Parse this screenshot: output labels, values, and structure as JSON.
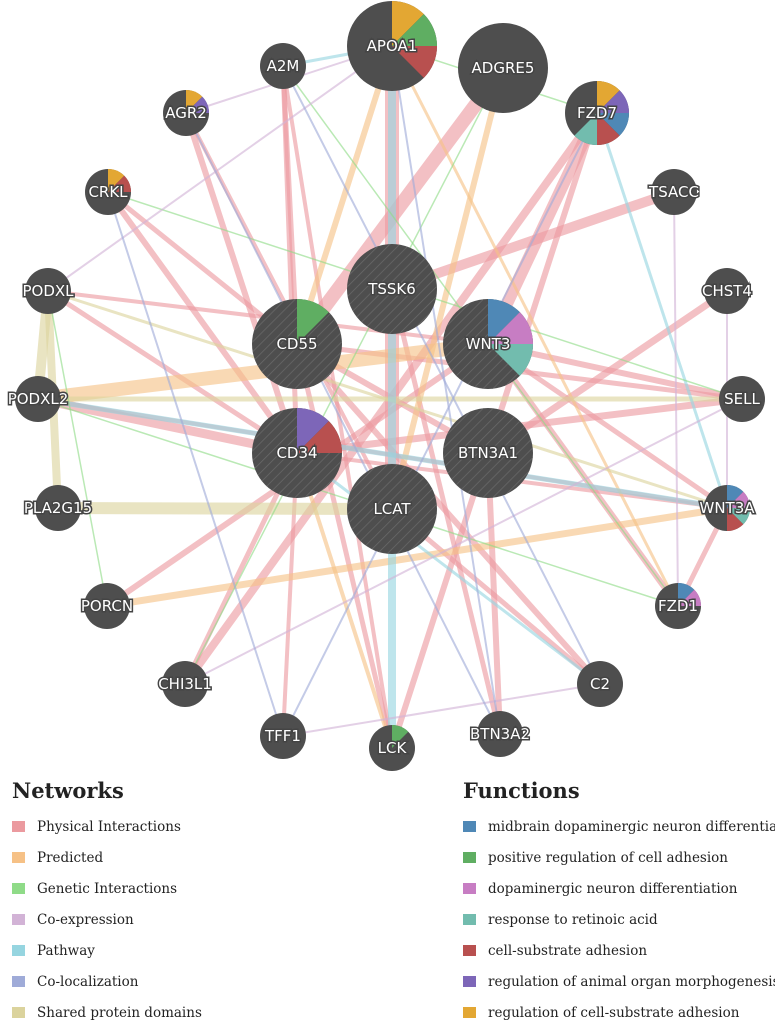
{
  "nodes": [
    {
      "id": "APOA1",
      "label": "APOA1",
      "size": "large",
      "query": false,
      "functions": [
        "regulation of cell-substrate adhesion",
        "positive regulation of cell adhesion",
        "cell-substrate adhesion"
      ]
    },
    {
      "id": "ADGRE5",
      "label": "ADGRE5",
      "size": "large",
      "query": false,
      "functions": []
    },
    {
      "id": "A2M",
      "label": "A2M",
      "size": "small",
      "query": false,
      "functions": []
    },
    {
      "id": "AGR2",
      "label": "AGR2",
      "size": "small",
      "query": false,
      "functions": [
        "regulation of cell-substrate adhesion",
        "regulation of animal organ morphogenesis"
      ]
    },
    {
      "id": "FZD7",
      "label": "FZD7",
      "size": "medium",
      "query": false,
      "functions": [
        "regulation of cell-substrate adhesion",
        "regulation of animal organ morphogenesis",
        "midbrain dopaminergic neuron differentiation",
        "cell-substrate adhesion",
        "response to retinoic acid"
      ]
    },
    {
      "id": "CRKL",
      "label": "CRKL",
      "size": "small",
      "query": false,
      "functions": [
        "regulation of cell-substrate adhesion",
        "cell-substrate adhesion"
      ]
    },
    {
      "id": "TSACC",
      "label": "TSACC",
      "size": "small",
      "query": false,
      "functions": []
    },
    {
      "id": "PODXL",
      "label": "PODXL",
      "size": "small",
      "query": false,
      "functions": []
    },
    {
      "id": "CHST4",
      "label": "CHST4",
      "size": "small",
      "query": false,
      "functions": []
    },
    {
      "id": "TSSK6",
      "label": "TSSK6",
      "size": "large",
      "query": true,
      "functions": []
    },
    {
      "id": "CD55",
      "label": "CD55",
      "size": "large",
      "query": true,
      "functions": [
        "positive regulation of cell adhesion"
      ]
    },
    {
      "id": "WNT3",
      "label": "WNT3",
      "size": "large",
      "query": true,
      "functions": [
        "midbrain dopaminergic neuron differentiation",
        "dopaminergic neuron differentiation",
        "response to retinoic acid"
      ]
    },
    {
      "id": "PODXL2",
      "label": "PODXL2",
      "size": "small",
      "query": false,
      "functions": []
    },
    {
      "id": "SELL",
      "label": "SELL",
      "size": "small",
      "query": false,
      "functions": []
    },
    {
      "id": "CD34",
      "label": "CD34",
      "size": "large",
      "query": true,
      "functions": [
        "regulation of animal organ morphogenesis",
        "cell-substrate adhesion"
      ]
    },
    {
      "id": "BTN3A1",
      "label": "BTN3A1",
      "size": "large",
      "query": true,
      "functions": []
    },
    {
      "id": "LCAT",
      "label": "LCAT",
      "size": "large",
      "query": true,
      "functions": []
    },
    {
      "id": "PLA2G15",
      "label": "PLA2G15",
      "size": "small",
      "query": false,
      "functions": []
    },
    {
      "id": "WNT3A",
      "label": "WNT3A",
      "size": "small",
      "query": false,
      "functions": [
        "midbrain dopaminergic neuron differentiation",
        "dopaminergic neuron differentiation",
        "response to retinoic acid",
        "cell-substrate adhesion"
      ]
    },
    {
      "id": "PORCN",
      "label": "PORCN",
      "size": "small",
      "query": false,
      "functions": []
    },
    {
      "id": "FZD1",
      "label": "FZD1",
      "size": "small",
      "query": false,
      "functions": [
        "midbrain dopaminergic neuron differentiation",
        "dopaminergic neuron differentiation"
      ]
    },
    {
      "id": "CHI3L1",
      "label": "CHI3L1",
      "size": "small",
      "query": false,
      "functions": []
    },
    {
      "id": "C2",
      "label": "C2",
      "size": "small",
      "query": false,
      "functions": []
    },
    {
      "id": "TFF1",
      "label": "TFF1",
      "size": "small",
      "query": false,
      "functions": []
    },
    {
      "id": "LCK",
      "label": "LCK",
      "size": "small",
      "query": false,
      "functions": [
        "positive regulation of cell adhesion"
      ]
    },
    {
      "id": "BTN3A2",
      "label": "BTN3A2",
      "size": "small",
      "query": false,
      "functions": []
    }
  ],
  "edges": [
    {
      "source": "CD34",
      "target": "PODXL2",
      "type": "Physical Interactions",
      "weight": 9
    },
    {
      "source": "CD34",
      "target": "AGR2",
      "type": "Physical Interactions",
      "weight": 6
    },
    {
      "source": "CD34",
      "target": "CRKL",
      "type": "Physical Interactions",
      "weight": 6
    },
    {
      "source": "CD34",
      "target": "SELL",
      "type": "Physical Interactions",
      "weight": 7
    },
    {
      "source": "CD34",
      "target": "PODXL",
      "type": "Physical Interactions",
      "weight": 5
    },
    {
      "source": "CD34",
      "target": "CHI3L1",
      "type": "Physical Interactions",
      "weight": 5
    },
    {
      "source": "CD34",
      "target": "TFF1",
      "type": "Physical Interactions",
      "weight": 4
    },
    {
      "source": "CD34",
      "target": "WNT3A",
      "type": "Physical Interactions",
      "weight": 4
    },
    {
      "source": "CD55",
      "target": "ADGRE5",
      "type": "Physical Interactions",
      "weight": 14
    },
    {
      "source": "CD55",
      "target": "CRKL",
      "type": "Physical Interactions",
      "weight": 5
    },
    {
      "source": "CD55",
      "target": "C2",
      "type": "Physical Interactions",
      "weight": 6
    },
    {
      "source": "CD55",
      "target": "SELL",
      "type": "Physical Interactions",
      "weight": 5
    },
    {
      "source": "CD55",
      "target": "A2M",
      "type": "Physical Interactions",
      "weight": 5
    },
    {
      "source": "CD55",
      "target": "LCK",
      "type": "Physical Interactions",
      "weight": 5
    },
    {
      "source": "WNT3",
      "target": "FZD7",
      "type": "Physical Interactions",
      "weight": 12
    },
    {
      "source": "WNT3",
      "target": "FZD1",
      "type": "Physical Interactions",
      "weight": 6
    },
    {
      "source": "WNT3",
      "target": "PORCN",
      "type": "Physical Interactions",
      "weight": 6
    },
    {
      "source": "WNT3",
      "target": "WNT3A",
      "type": "Physical Interactions",
      "weight": 5
    },
    {
      "source": "WNT3",
      "target": "SELL",
      "type": "Physical Interactions",
      "weight": 6
    },
    {
      "source": "WNT3",
      "target": "PODXL",
      "type": "Physical Interactions",
      "weight": 4
    },
    {
      "source": "FZD7",
      "target": "CHI3L1",
      "type": "Physical Interactions",
      "weight": 8
    },
    {
      "source": "FZD7",
      "target": "LCK",
      "type": "Physical Interactions",
      "weight": 6
    },
    {
      "source": "TSSK6",
      "target": "TSACC",
      "type": "Physical Interactions",
      "weight": 10
    },
    {
      "source": "TSSK6",
      "target": "BTN3A2",
      "type": "Physical Interactions",
      "weight": 5
    },
    {
      "source": "BTN3A1",
      "target": "BTN3A2",
      "type": "Physical Interactions",
      "weight": 6
    },
    {
      "source": "BTN3A1",
      "target": "CHST4",
      "type": "Physical Interactions",
      "weight": 7
    },
    {
      "source": "BTN3A1",
      "target": "CD55",
      "type": "Physical Interactions",
      "weight": 6
    },
    {
      "source": "LCAT",
      "target": "APOA1",
      "type": "Physical Interactions",
      "weight": 14
    },
    {
      "source": "LCAT",
      "target": "AGR2",
      "type": "Physical Interactions",
      "weight": 4
    },
    {
      "source": "LCAT",
      "target": "C2",
      "type": "Physical Interactions",
      "weight": 5
    },
    {
      "source": "A2M",
      "target": "CD34",
      "type": "Physical Interactions",
      "weight": 5
    },
    {
      "source": "A2M",
      "target": "LCK",
      "type": "Physical Interactions",
      "weight": 4
    },
    {
      "source": "WNT3A",
      "target": "FZD1",
      "type": "Physical Interactions",
      "weight": 5
    },
    {
      "source": "WNT3A",
      "target": "PODXL2",
      "type": "Physical Interactions",
      "weight": 4
    },
    {
      "source": "WNT3",
      "target": "PODXL2",
      "type": "Predicted",
      "weight": 14
    },
    {
      "source": "LCAT",
      "target": "ADGRE5",
      "type": "Predicted",
      "weight": 6
    },
    {
      "source": "APOA1",
      "target": "CD55",
      "type": "Predicted",
      "weight": 6
    },
    {
      "source": "PORCN",
      "target": "WNT3A",
      "type": "Predicted",
      "weight": 7
    },
    {
      "source": "CD34",
      "target": "LCK",
      "type": "Predicted",
      "weight": 4
    },
    {
      "source": "APOA1",
      "target": "FZD1",
      "type": "Predicted",
      "weight": 3
    },
    {
      "source": "PODXL",
      "target": "PLA2G15",
      "type": "Shared protein domains",
      "weight": 8
    },
    {
      "source": "PLA2G15",
      "target": "LCAT",
      "type": "Shared protein domains",
      "weight": 12
    },
    {
      "source": "PODXL",
      "target": "PODXL2",
      "type": "Shared protein domains",
      "weight": 10
    },
    {
      "source": "PODXL2",
      "target": "SELL",
      "type": "Shared protein domains",
      "weight": 5
    },
    {
      "source": "PODXL",
      "target": "WNT3A",
      "type": "Shared protein domains",
      "weight": 3
    },
    {
      "source": "APOA1",
      "target": "LCK",
      "type": "Pathway",
      "weight": 8
    },
    {
      "source": "A2M",
      "target": "APOA1",
      "type": "Pathway",
      "weight": 3
    },
    {
      "source": "PODXL2",
      "target": "WNT3A",
      "type": "Pathway",
      "weight": 5
    },
    {
      "source": "FZD7",
      "target": "WNT3A",
      "type": "Pathway",
      "weight": 3
    },
    {
      "source": "CD34",
      "target": "C2",
      "type": "Pathway",
      "weight": 3
    },
    {
      "source": "APOA1",
      "target": "FZD7",
      "type": "Genetic Interactions",
      "weight": 1.5
    },
    {
      "source": "A2M",
      "target": "FZD1",
      "type": "Genetic Interactions",
      "weight": 1.5
    },
    {
      "source": "PORCN",
      "target": "PODXL",
      "type": "Genetic Interactions",
      "weight": 1.5
    },
    {
      "source": "CRKL",
      "target": "SELL",
      "type": "Genetic Interactions",
      "weight": 1.5
    },
    {
      "source": "ADGRE5",
      "target": "CHI3L1",
      "type": "Genetic Interactions",
      "weight": 1.5
    },
    {
      "source": "PODXL2",
      "target": "FZD1",
      "type": "Genetic Interactions",
      "weight": 1.5
    },
    {
      "source": "PODXL",
      "target": "APOA1",
      "type": "Co-expression",
      "weight": 2
    },
    {
      "source": "CHST4",
      "target": "WNT3A",
      "type": "Co-expression",
      "weight": 2
    },
    {
      "source": "TSACC",
      "target": "FZD1",
      "type": "Co-expression",
      "weight": 2
    },
    {
      "source": "SELL",
      "target": "CHI3L1",
      "type": "Co-expression",
      "weight": 2
    },
    {
      "source": "AGR2",
      "target": "APOA1",
      "type": "Co-expression",
      "weight": 2
    },
    {
      "source": "C2",
      "target": "TFF1",
      "type": "Co-expression",
      "weight": 2
    },
    {
      "source": "AGR2",
      "target": "BTN3A2",
      "type": "Co-localization",
      "weight": 2
    },
    {
      "source": "APOA1",
      "target": "BTN3A2",
      "type": "Co-localization",
      "weight": 2
    },
    {
      "source": "CRKL",
      "target": "TFF1",
      "type": "Co-localization",
      "weight": 2
    },
    {
      "source": "FZD7",
      "target": "TFF1",
      "type": "Co-localization",
      "weight": 2
    },
    {
      "source": "A2M",
      "target": "C2",
      "type": "Co-localization",
      "weight": 2
    }
  ],
  "legend": {
    "networks_title": "Networks",
    "functions_title": "Functions",
    "networks": [
      {
        "label": "Physical Interactions",
        "color": "#eb9a9f"
      },
      {
        "label": "Predicted",
        "color": "#f6c186"
      },
      {
        "label": "Genetic Interactions",
        "color": "#8fdb88"
      },
      {
        "label": "Co-expression",
        "color": "#d2b3d6"
      },
      {
        "label": "Pathway",
        "color": "#96d5e0"
      },
      {
        "label": "Co-localization",
        "color": "#9fabd8"
      },
      {
        "label": "Shared protein domains",
        "color": "#dbd39d"
      }
    ],
    "functions": [
      {
        "label": "midbrain dopaminergic neuron differentiation",
        "color": "#4f88b6"
      },
      {
        "label": "positive regulation of cell adhesion",
        "color": "#5fae62"
      },
      {
        "label": "dopaminergic neuron differentiation",
        "color": "#c77dc3"
      },
      {
        "label": "response to retinoic acid",
        "color": "#72bcae"
      },
      {
        "label": "cell-substrate adhesion",
        "color": "#b8504f"
      },
      {
        "label": "regulation of animal organ morphogenesis",
        "color": "#7d66b8"
      },
      {
        "label": "regulation of cell-substrate adhesion",
        "color": "#e3a733"
      }
    ]
  },
  "colors": {
    "node_fill": "#4e4e4e",
    "label_text": "#ffffff",
    "background": "#ffffff"
  }
}
